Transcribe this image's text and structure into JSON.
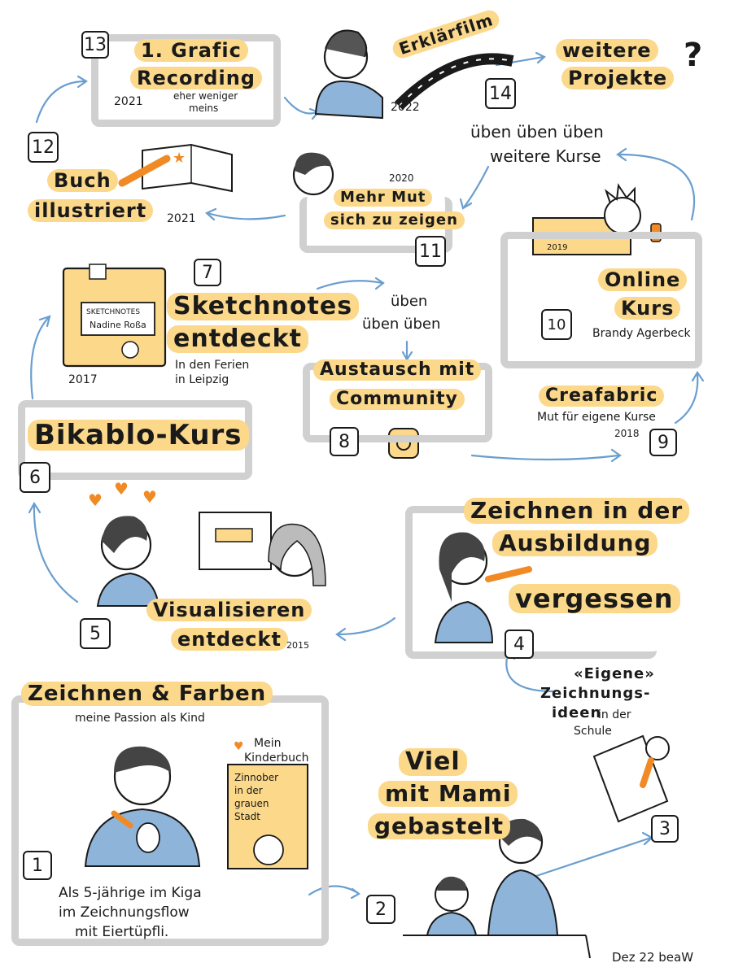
{
  "steps": {
    "s1": {
      "num": "1",
      "title": "Zeichnen & Farben",
      "subtitle": "meine Passion als Kind",
      "caption_1": "Als 5-jährige im Kiga",
      "caption_2": "im Zeichnungsflow",
      "caption_3": "mit Eiertüpfli.",
      "book_label_1": "Mein",
      "book_label_2": "Kinderbuch",
      "book_title_1": "Zinnober",
      "book_title_2": "in der",
      "book_title_3": "grauen",
      "book_title_4": "Stadt"
    },
    "s2": {
      "num": "2",
      "title_1": "Viel",
      "title_2": "mit Mami",
      "title_3": "gebastelt"
    },
    "s3": {
      "num": "3",
      "text_1": "«Eigene»",
      "text_2": "Zeichnungs-",
      "text_3": "ideen",
      "text_4": "in der",
      "text_5": "Schule"
    },
    "s4": {
      "num": "4",
      "title_1": "Zeichnen in der",
      "title_2": "Ausbildung",
      "title_3": "vergessen"
    },
    "s5": {
      "num": "5",
      "title_1": "Visualisieren",
      "title_2": "entdeckt",
      "year": "2015"
    },
    "s6": {
      "num": "6",
      "title": "Bikablo-Kurs"
    },
    "s7": {
      "num": "7",
      "title_1": "Sketchnotes",
      "title_2": "entdeckt",
      "sub_1": "In den Ferien",
      "sub_2": "in Leipzig",
      "year": "2017",
      "book_1": "SKETCHNOTES",
      "book_2": "Nadine Roßa"
    },
    "s8": {
      "num": "8",
      "title_1": "Austausch mit",
      "title_2": "Community",
      "practice_1": "üben",
      "practice_2": "üben üben"
    },
    "s9": {
      "num": "9",
      "title": "Creafabric",
      "sub": "Mut für eigene Kurse",
      "year": "2018"
    },
    "s10": {
      "num": "10",
      "title_1": "Online",
      "title_2": "Kurs",
      "sub": "Brandy Agerbeck",
      "year": "2019"
    },
    "s11": {
      "num": "11",
      "title_1": "Mehr Mut",
      "title_2": "sich zu zeigen",
      "year": "2020",
      "practice_1": "üben üben üben",
      "practice_2": "weitere Kurse"
    },
    "s12": {
      "num": "12",
      "title_1": "Buch",
      "title_2": "illustriert",
      "year": "2021"
    },
    "s13": {
      "num": "13",
      "title_1": "1. Grafic",
      "title_2": "Recording",
      "year": "2021",
      "note_1": "eher weniger",
      "note_2": "meins"
    },
    "s14": {
      "num": "14",
      "title": "Erklärfilm",
      "year": "2022"
    },
    "next": {
      "title_1": "weitere",
      "title_2": "Projekte",
      "mark": "?"
    }
  },
  "signature": "Dez 22 beaW",
  "colors": {
    "highlight": "#fbd88a",
    "orange": "#f08a24",
    "blue": "#8eb4d9",
    "arrow": "#6a9ecf",
    "gray": "#d0d0d0",
    "ink": "#1a1a1a"
  }
}
